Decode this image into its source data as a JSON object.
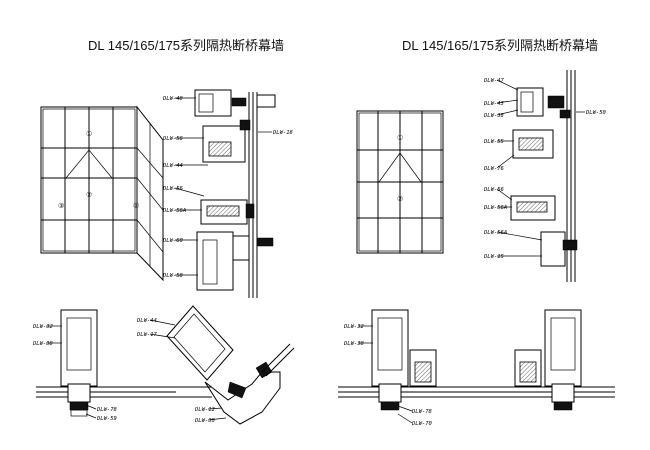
{
  "titles": {
    "left": "DL 145/165/175系列隔热断桥幕墙",
    "right": "DL 145/165/175系列隔热断桥幕墙"
  },
  "panel_markers": [
    "①",
    "②",
    "③"
  ],
  "labels": {
    "l_sec_1": "DLW-48",
    "l_sec_2": "DLW-56",
    "l_sec_3": "DLW-44",
    "l_sec_4": "DLW-56",
    "l_sec_5": "DLW-56A",
    "l_sec_6": "DLW-60",
    "l_sec_7": "DLW-58",
    "l_sec_8": "DLW-18",
    "r_sec_1": "DLW-47",
    "r_sec_2": "DLW-43",
    "r_sec_3": "DLW-38",
    "r_sec_4": "DLW-55",
    "r_sec_5": "DLW-76",
    "r_sec_6": "DLW-56",
    "r_sec_7": "DLW-56A",
    "r_sec_8": "DLW-56A",
    "r_sec_9": "DLW-15",
    "r_sec_10": "DLW-50",
    "lb_1": "DLW-32",
    "lb_2": "DLW-38",
    "lb_3": "DLW-78",
    "lb_4": "DLW-59",
    "lb_5": "DLW-44",
    "lb_6": "DLW-17",
    "lb_7": "DLW-12",
    "lb_8": "DLW-30",
    "rb_1": "DLW-32",
    "rb_2": "DLW-38",
    "rb_3": "DLW-78",
    "rb_4": "DLW-70"
  },
  "colors": {
    "line": "#000000",
    "background": "#ffffff",
    "title": "#111111"
  }
}
